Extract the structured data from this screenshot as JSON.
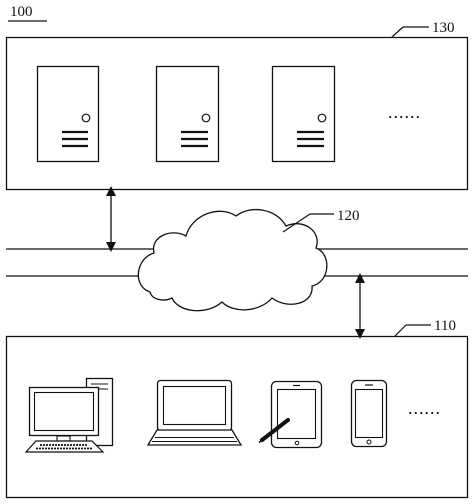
{
  "figure": {
    "system_label": "100",
    "server_group": {
      "label": "130",
      "ellipsis": "......",
      "server_count": 3
    },
    "network": {
      "label": "120"
    },
    "terminal_group": {
      "label": "110",
      "ellipsis": "......",
      "devices": [
        "desktop-computer",
        "laptop",
        "tablet",
        "smartphone"
      ]
    },
    "colors": {
      "stroke": "#111111",
      "background": "#ffffff"
    }
  }
}
